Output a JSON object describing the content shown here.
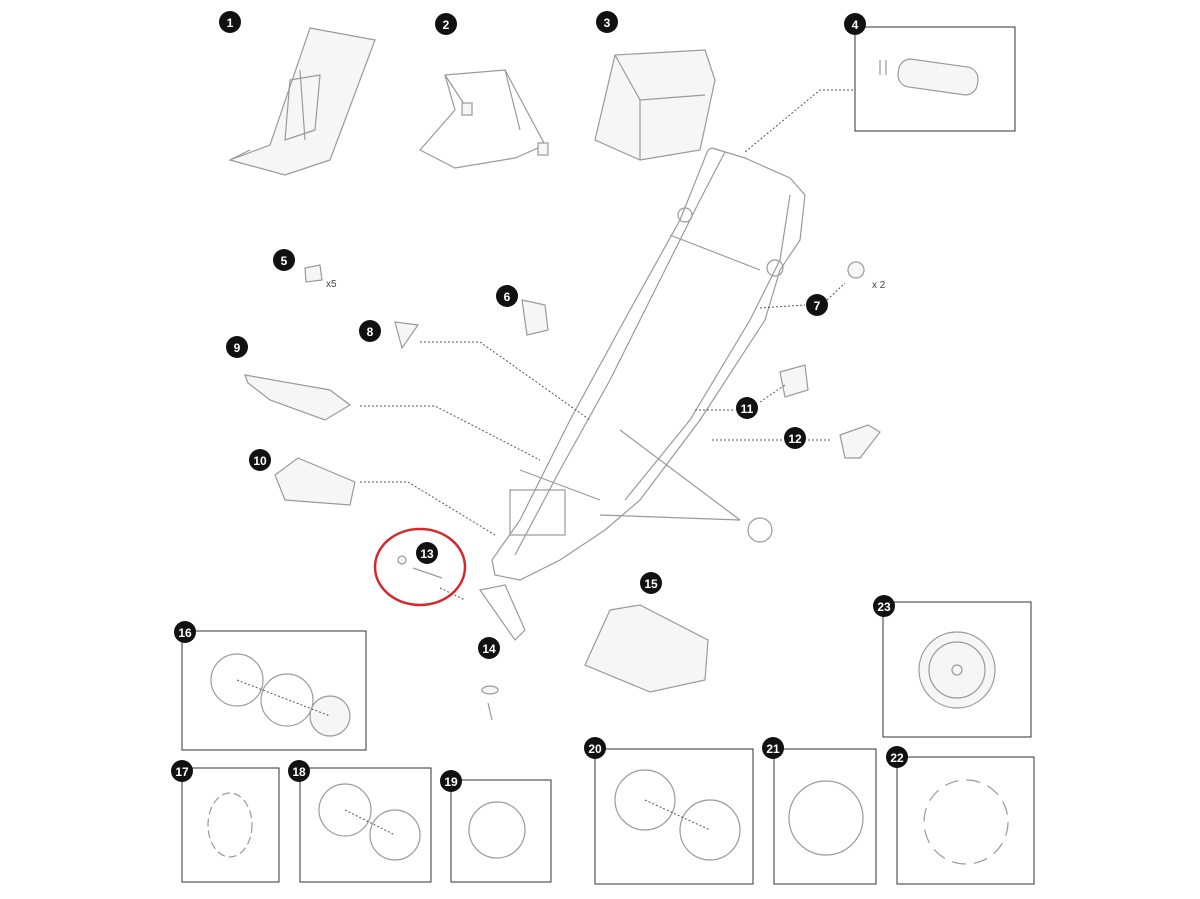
{
  "diagram": {
    "parts": [
      {
        "number": "1"
      },
      {
        "number": "2"
      },
      {
        "number": "3"
      },
      {
        "number": "4"
      },
      {
        "number": "5"
      },
      {
        "number": "6"
      },
      {
        "number": "7"
      },
      {
        "number": "8"
      },
      {
        "number": "9"
      },
      {
        "number": "10"
      },
      {
        "number": "11"
      },
      {
        "number": "12"
      },
      {
        "number": "13"
      },
      {
        "number": "14"
      },
      {
        "number": "15"
      },
      {
        "number": "16"
      },
      {
        "number": "17"
      },
      {
        "number": "18"
      },
      {
        "number": "19"
      },
      {
        "number": "20"
      },
      {
        "number": "21"
      },
      {
        "number": "22"
      },
      {
        "number": "23"
      }
    ],
    "quantities": {
      "part5": "x5",
      "part7": "x 2"
    },
    "highlight": {
      "part": "13",
      "color": "#d9262c"
    }
  }
}
